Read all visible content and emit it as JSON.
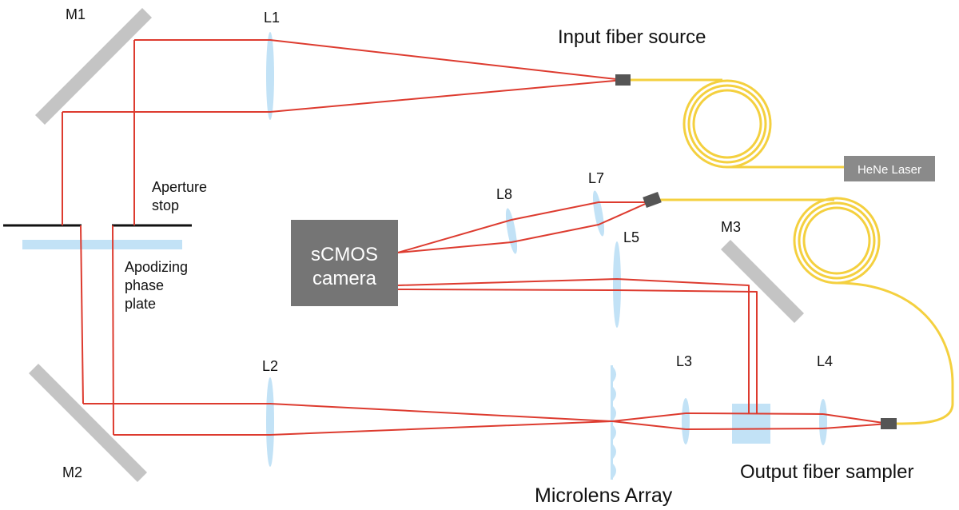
{
  "colors": {
    "beam": "#dd3b2f",
    "fiber": "#f4d03f",
    "mirror": "#c4c4c4",
    "lens": "#c2e2f6",
    "connector": "#555555",
    "camera": "#757575",
    "laser": "#8a8a8a",
    "stop": "#111111"
  },
  "labels": {
    "m1": "M1",
    "m2": "M2",
    "m3": "M3",
    "l1": "L1",
    "l2": "L2",
    "l3": "L3",
    "l4": "L4",
    "l5": "L5",
    "l7": "L7",
    "l8": "L8",
    "input_fiber": "Input fiber source",
    "output_fiber": "Output fiber sampler",
    "microlens": "Microlens Array",
    "aperture_line1": "Aperture",
    "aperture_line2": "stop",
    "apodizing_line1": "Apodizing",
    "apodizing_line2": "phase",
    "apodizing_line3": "plate",
    "camera_line1": "sCMOS",
    "camera_line2": "camera",
    "laser": "HeNe Laser"
  }
}
